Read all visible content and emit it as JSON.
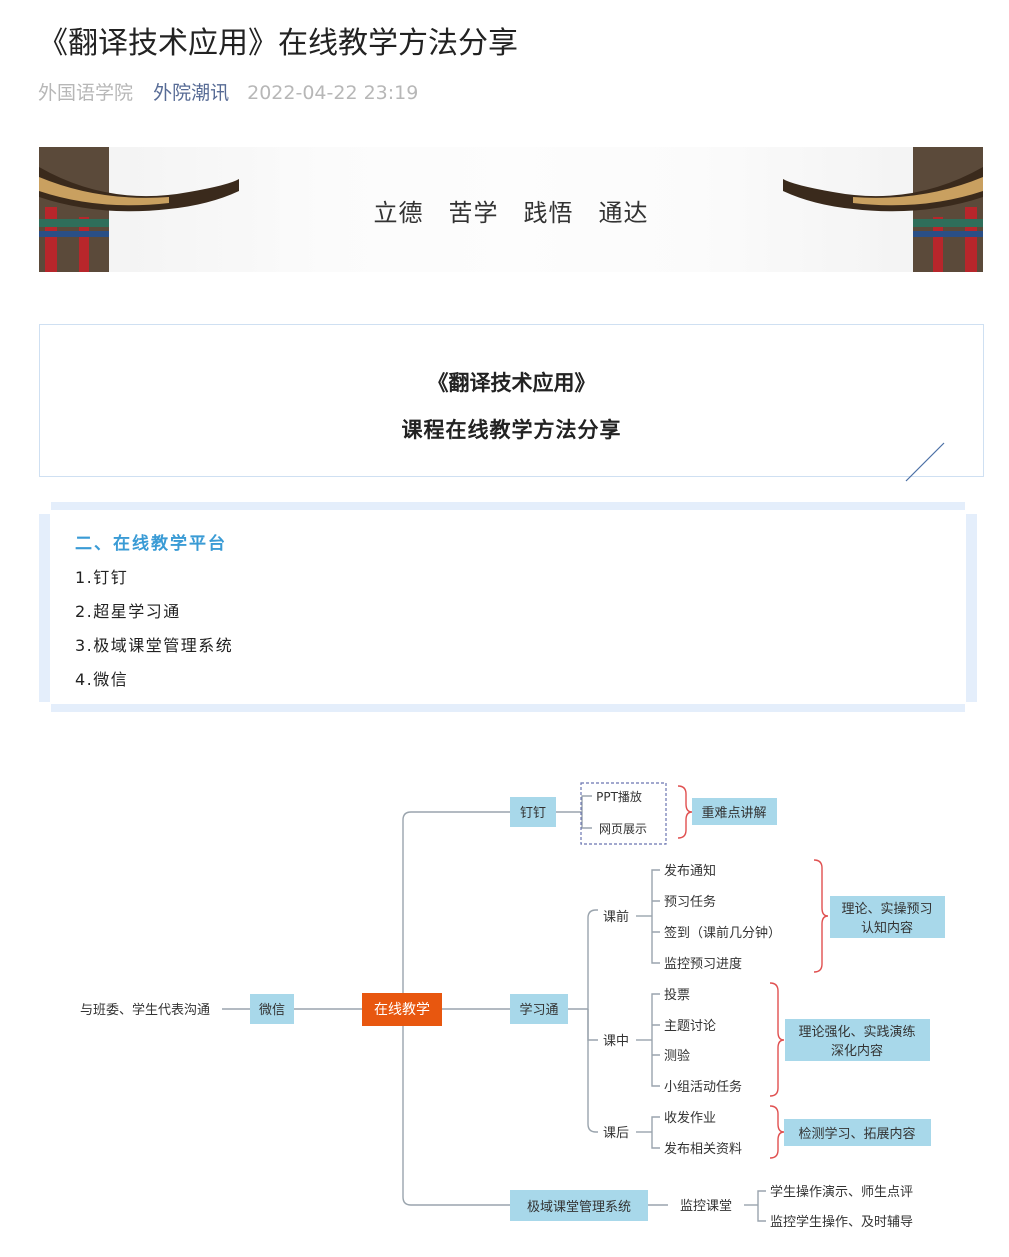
{
  "article": {
    "title": "《翻译技术应用》在线教学方法分享",
    "author": "外国语学院",
    "account": "外院潮讯",
    "datetime": "2022-04-22 23:19"
  },
  "banner": {
    "motto": "立德　苦学　践悟　通达"
  },
  "title_card": {
    "line1": "《翻译技术应用》",
    "line2": "课程在线教学方法分享"
  },
  "section": {
    "heading": "二、在线教学平台",
    "items": [
      "1.钉钉",
      "2.超星学习通",
      "3.极域课堂管理系统",
      "4.微信"
    ]
  },
  "mindmap": {
    "center": "在线教学",
    "wechat": "微信",
    "wechat_note": "与班委、学生代表沟通",
    "dingding": "钉钉",
    "dingding_items": [
      "PPT播放",
      "网页展示"
    ],
    "dingding_summary": "重难点讲解",
    "xuexitong": "学习通",
    "before": "课前",
    "before_items": [
      "发布通知",
      "预习任务",
      "签到（课前几分钟）",
      "监控预习进度"
    ],
    "before_summary": [
      "理论、实操预习",
      "认知内容"
    ],
    "during": "课中",
    "during_items": [
      "投票",
      "主题讨论",
      "测验",
      "小组活动任务"
    ],
    "during_summary": [
      "理论强化、实践演练",
      "深化内容"
    ],
    "after": "课后",
    "after_items": [
      "收发作业",
      "发布相关资料"
    ],
    "after_summary": "检测学习、拓展内容",
    "jiyu": "极域课堂管理系统",
    "monitor": "监控课堂",
    "monitor_items": [
      "学生操作演示、师生点评",
      "监控学生操作、及时辅导"
    ],
    "colors": {
      "node": "#a8d8ea",
      "center": "#e8570f",
      "line": "#9aa4ad",
      "brace": "#e05050"
    }
  }
}
